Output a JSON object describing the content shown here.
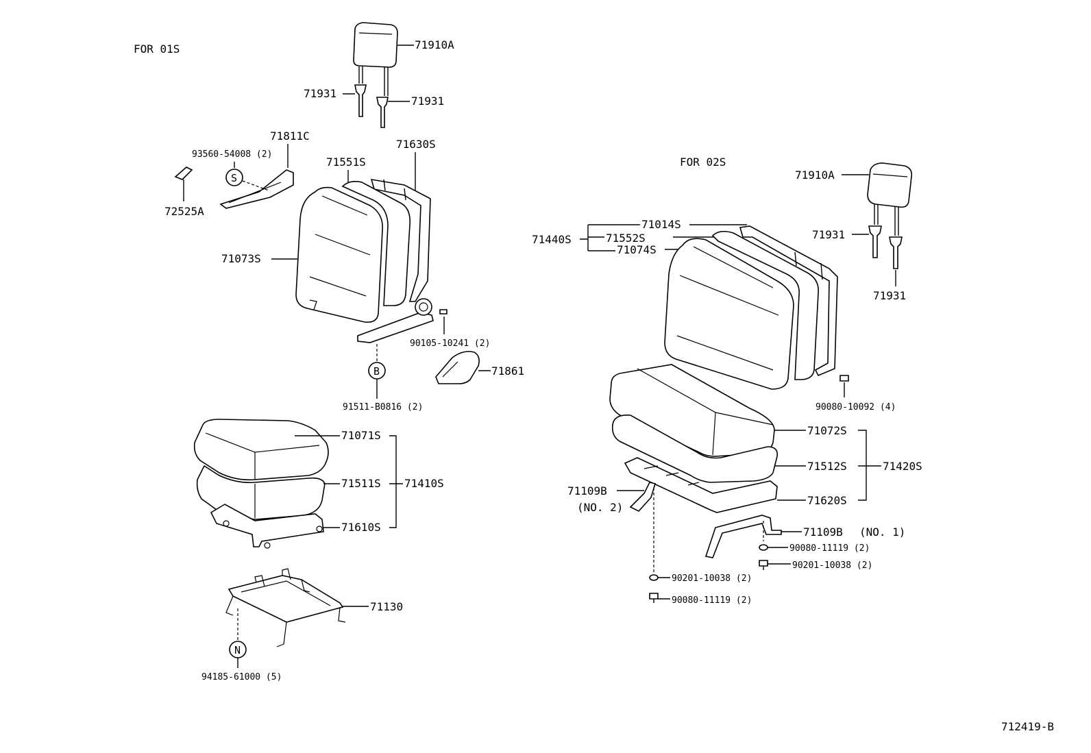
{
  "headings": {
    "for_01s": "FOR 01S",
    "for_02s": "FOR 02S"
  },
  "figure_code": "712419-B",
  "left_seat": {
    "headrest": "71910A",
    "support_left": "71931",
    "support_right": "71931",
    "screw": "93560-54008 (2)",
    "cover_71811c": "71811C",
    "part_72525a": "72525A",
    "back_cover": "71073S",
    "back_pad": "71551S",
    "back_frame": "71630S",
    "bolt_90105": "90105-10241 (2)",
    "bolt_91511": "91511-B0816 (2)",
    "cover_71861": "71861",
    "cushion_cover": "71071S",
    "cushion_pad": "71511S",
    "cushion_assy": "71410S",
    "cushion_frame": "71610S",
    "adjuster": "71130",
    "nut_94185": "94185-61000 (5)"
  },
  "right_seat": {
    "headrest": "71910A",
    "support_top": "71931",
    "support_bottom": "71931",
    "back_frame": "71014S",
    "back_assy": "71440S",
    "back_pad": "71552S",
    "back_cover": "71074S",
    "bolt_90080_10092": "90080-10092 (4)",
    "cushion_cover": "71072S",
    "cushion_pad": "71512S",
    "cushion_frame": "71620S",
    "cushion_assy": "71420S",
    "leg_no2": "71109B",
    "leg_no2_note": "(NO. 2)",
    "leg_no1": "71109B",
    "leg_no1_note": "(NO. 1)",
    "washer_right": "90080-11119 (2)",
    "bolt_right": "90201-10038 (2)",
    "washer_left": "90201-10038 (2)",
    "bolt_left": "90080-11119 (2)"
  },
  "circle_symbols": {
    "s": "S",
    "b": "B",
    "n": "N"
  }
}
